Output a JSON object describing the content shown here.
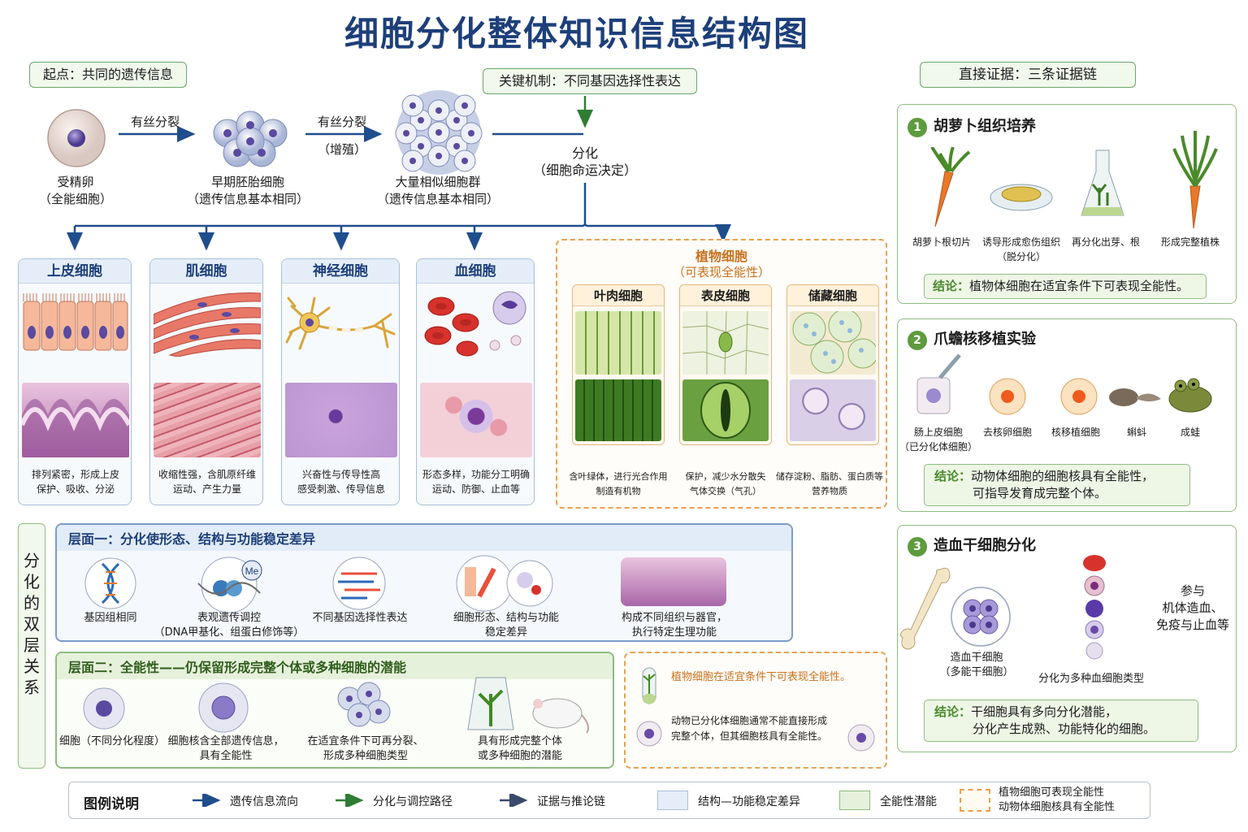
{
  "title": "细胞分化整体知识信息结构图",
  "start_tag": "起点：共同的遗传信息",
  "mechanism_tag": "关键机制：不同基因选择性表达",
  "evidence_tag": "直接证据：三条证据链",
  "flow": {
    "zygote": {
      "name": "受精卵",
      "note": "（全能细胞）"
    },
    "arrow1": "有丝分裂",
    "early": {
      "name": "早期胚胎细胞",
      "note": "（遗传信息基本相同）"
    },
    "arrow2": "有丝分裂",
    "arrow2_note": "（增殖）",
    "mass": {
      "name": "大量相似细胞群",
      "note": "（遗传信息基本相同）"
    },
    "diff": "分化",
    "diff_note": "（细胞命运决定）"
  },
  "cell_types": [
    {
      "name": "上皮细胞",
      "desc1": "排列紧密，形成上皮",
      "desc2": "保护、吸收、分泌"
    },
    {
      "name": "肌细胞",
      "desc1": "收缩性强，含肌原纤维",
      "desc2": "运动、产生力量"
    },
    {
      "name": "神经细胞",
      "desc1": "兴奋性与传导性高",
      "desc2": "感受刺激、传导信息"
    },
    {
      "name": "血细胞",
      "desc1": "形态多样，功能分工明确",
      "desc2": "运动、防御、止血等"
    }
  ],
  "plant": {
    "title": "植物细胞",
    "subtitle": "（可表现全能性）",
    "types": [
      {
        "name": "叶肉细胞",
        "desc1": "含叶绿体，进行光合作用",
        "desc2": "制造有机物"
      },
      {
        "name": "表皮细胞",
        "desc1": "保护，减少水分散失",
        "desc2": "气体交换（气孔）"
      },
      {
        "name": "储藏细胞",
        "desc1": "储存淀粉、脂肪、蛋白质等",
        "desc2": "营养物质"
      }
    ]
  },
  "evidence": [
    {
      "num": "1",
      "title": "胡萝卜组织培养",
      "steps": [
        "胡萝卜根切片",
        "诱导形成愈伤组织",
        "（脱分化）",
        "再分化出芽、根",
        "形成完整植株"
      ],
      "concl_label": "结论：",
      "concl": "植物体细胞在适宜条件下可表现全能性。"
    },
    {
      "num": "2",
      "title": "爪蟾核移植实验",
      "steps": [
        "肠上皮细胞",
        "（已分化体细胞）",
        "去核卵细胞",
        "核移植细胞",
        "蝌蚪",
        "成蛙"
      ],
      "concl_label": "结论：",
      "concl": "动物体细胞的细胞核具有全能性，",
      "concl2": "可指导发育成完整个体。"
    },
    {
      "num": "3",
      "title": "造血干细胞分化",
      "hsc": "造血干细胞",
      "hsc_note": "（多能干细胞）",
      "diff": "分化为多种血细胞类型",
      "role1": "参与",
      "role2": "机体造血、",
      "role3": "免疫与止血等",
      "concl_label": "结论：",
      "concl": "干细胞具有多向分化潜能，",
      "concl2": "分化产生成熟、功能特化的细胞。"
    }
  ],
  "side_label": [
    "分",
    "化",
    "的",
    "双",
    "层",
    "关",
    "系"
  ],
  "layer1": {
    "title": "层面一：分化使形态、结构与功能稳定差异",
    "steps": [
      {
        "t1": "基因组相同",
        "t2": ""
      },
      {
        "t1": "表观遗传调控",
        "t2": "（DNA甲基化、组蛋白修饰等）"
      },
      {
        "t1": "不同基因选择性表达",
        "t2": ""
      },
      {
        "t1": "细胞形态、结构与功能",
        "t2": "稳定差异"
      },
      {
        "t1": "构成不同组织与器官，",
        "t2": "执行特定生理功能"
      }
    ],
    "me": "Me"
  },
  "layer2": {
    "title": "层面二：全能性——仍保留形成完整个体或多种细胞的潜能",
    "steps": [
      {
        "t1": "细胞（不同分化程度）",
        "t2": ""
      },
      {
        "t1": "细胞核含全部遗传信息，",
        "t2": "具有全能性"
      },
      {
        "t1": "在适宜条件下可再分裂、",
        "t2": "形成多种细胞类型"
      },
      {
        "t1": "具有形成完整个体",
        "t2": "或多种细胞的潜能"
      }
    ]
  },
  "notes": {
    "n1": "植物细胞在适宜条件下可表现全能性。",
    "n2a": "动物已分化体细胞通常不能直接形成",
    "n2b": "完整个体，但其细胞核具有全能性。"
  },
  "legend": {
    "title": "图例说明",
    "items": [
      "遗传信息流向",
      "分化与调控路径",
      "证据与推论链",
      "结构—功能稳定差异",
      "全能性潜能",
      "植物细胞可表现全能性",
      "动物体细胞核具有全能性"
    ]
  },
  "colors": {
    "blue": "#1f4e8c",
    "green": "#2e7d32",
    "navy": "#3a4a6a",
    "orange": "#e8a050"
  }
}
